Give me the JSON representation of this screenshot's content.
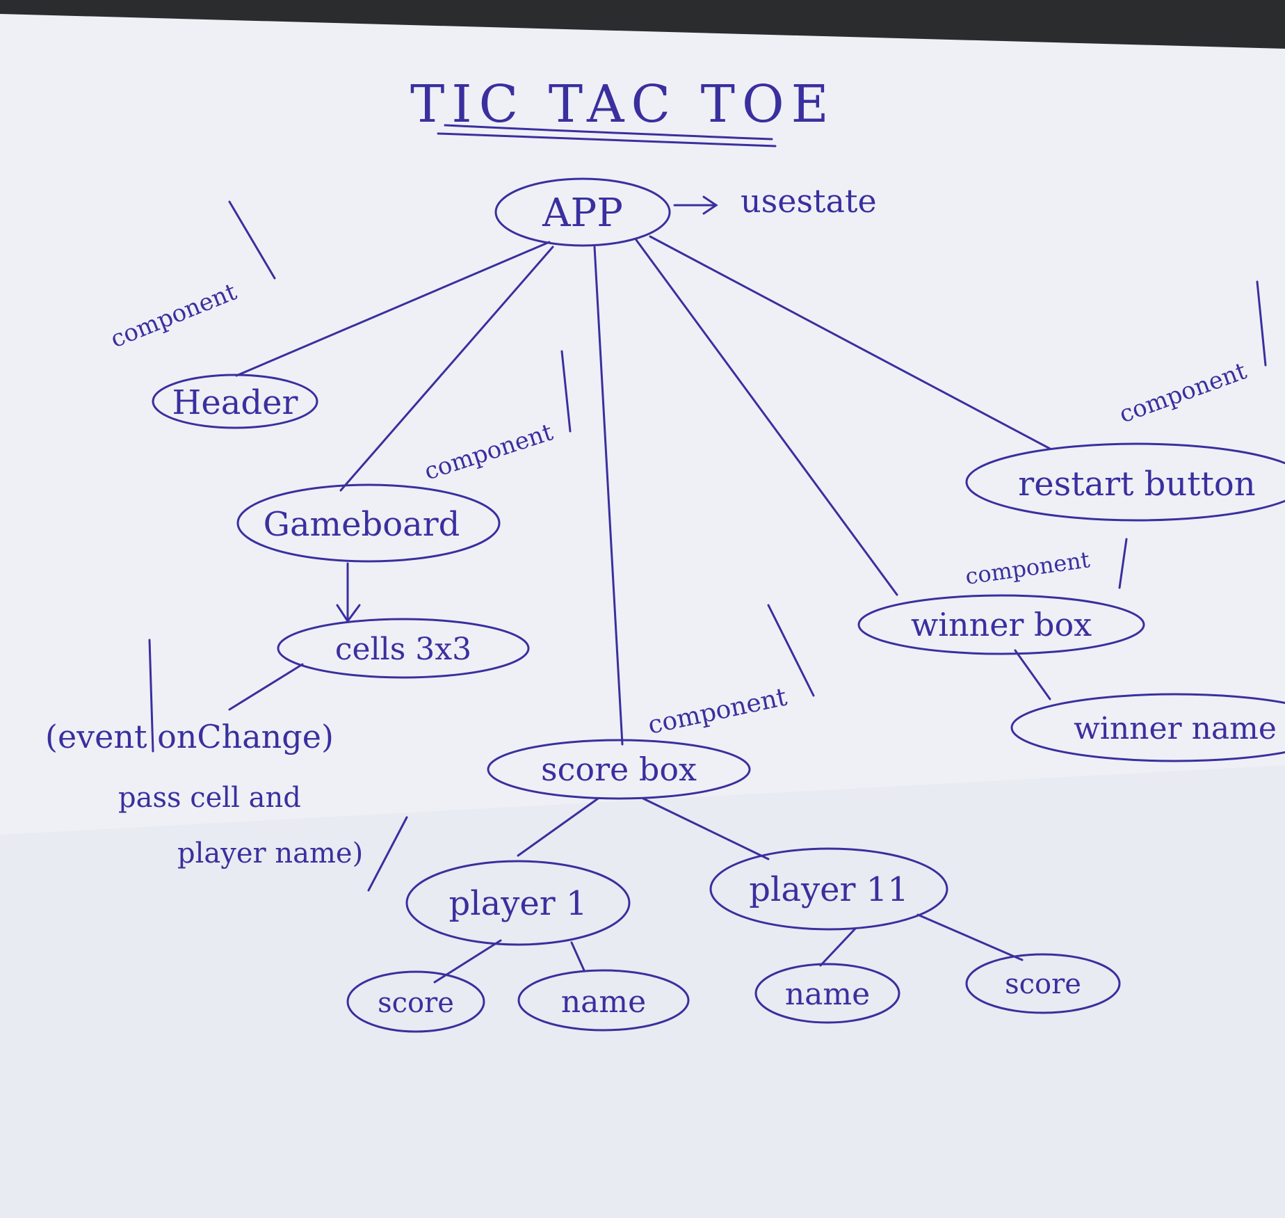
{
  "title": "TIC TAC TOE",
  "colors": {
    "ink": "#3a2f9e",
    "paper": "#eef0f6",
    "backdrop": "#2a2c2e"
  },
  "nodes": {
    "app": "APP",
    "header": "Header",
    "gameboard": "Gameboard",
    "cells": "cells 3x3",
    "scorebox": "score box",
    "player1": "player 1",
    "player2": "player 11",
    "p1_score": "score",
    "p1_name": "name",
    "p2_name": "name",
    "p2_score": "score",
    "winner_box": "winner box",
    "winner_name": "winner name",
    "restart": "restart button"
  },
  "annotations": {
    "usestate": "usestate",
    "component_header": "component",
    "component_gameboard": "component",
    "component_scorebox": "component",
    "component_winner": "component",
    "component_restart": "component",
    "event_line1": "(event onChange)",
    "event_line2": "pass cell and",
    "event_line3": "player name)"
  }
}
